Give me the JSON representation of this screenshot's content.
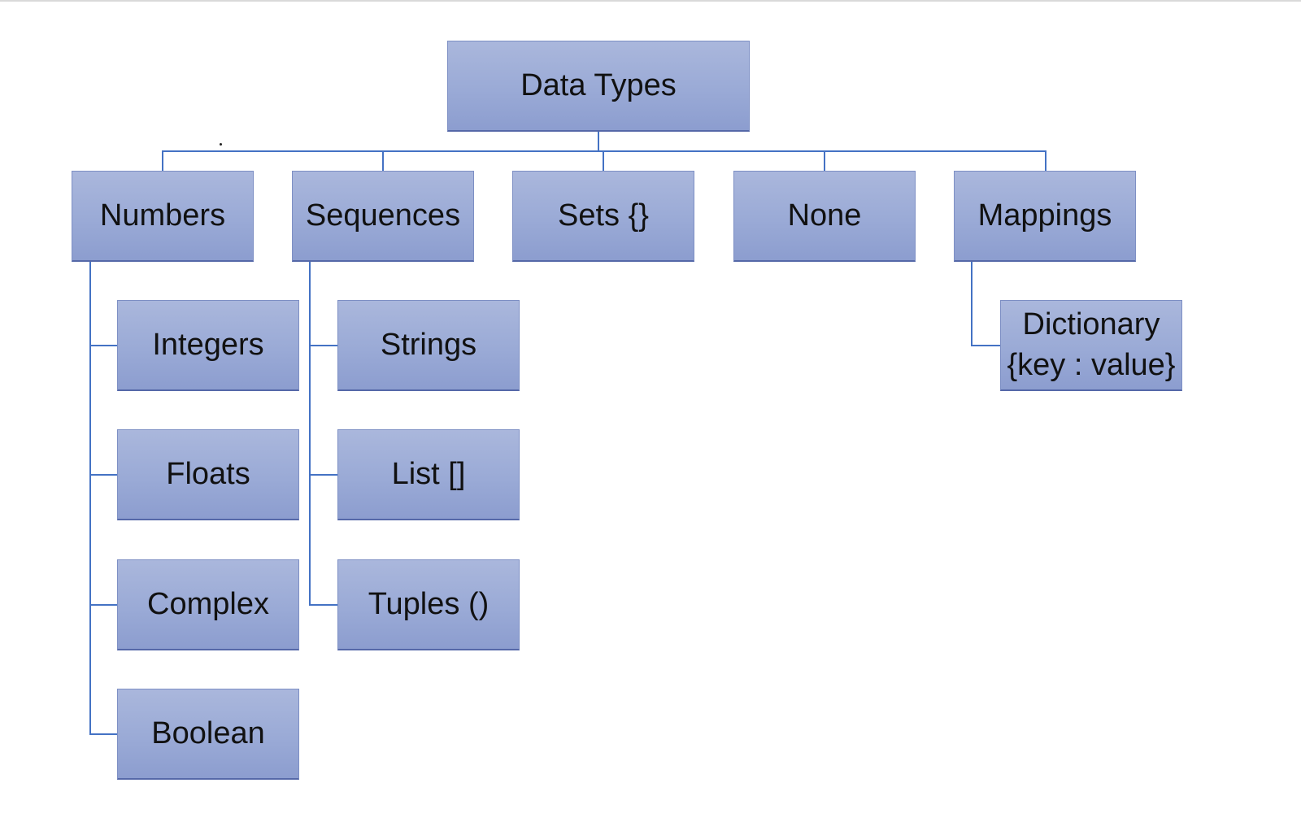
{
  "diagram": {
    "root": {
      "label": "Data Types"
    },
    "categories": [
      {
        "id": "numbers",
        "label": "Numbers",
        "children": [
          "Integers",
          "Floats",
          "Complex",
          "Boolean"
        ]
      },
      {
        "id": "sequences",
        "label": "Sequences",
        "children": [
          "Strings",
          "List []",
          "Tuples ()"
        ]
      },
      {
        "id": "sets",
        "label": "Sets {}",
        "children": []
      },
      {
        "id": "none",
        "label": "None",
        "children": []
      },
      {
        "id": "mappings",
        "label": "Mappings",
        "children": [
          "Dictionary\n{key : value}"
        ]
      }
    ],
    "colors": {
      "box_fill_top": "#aab7dc",
      "box_fill_bottom": "#8c9dcf",
      "box_border": "#5568a8",
      "connector": "#4472c4",
      "text": "#111111"
    }
  }
}
